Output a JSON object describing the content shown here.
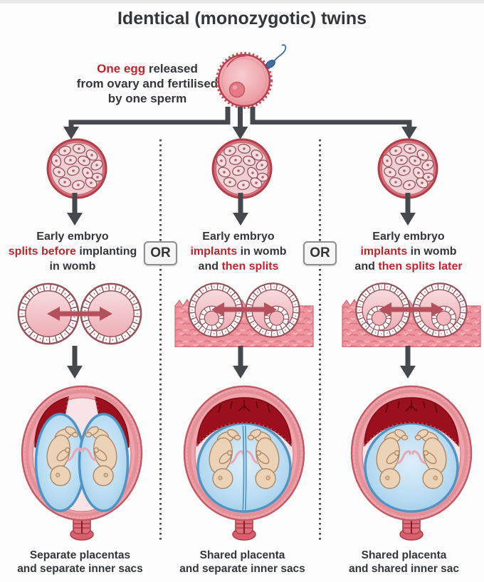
{
  "title": "Identical (monozygotic) twins",
  "fertilization": {
    "caption_highlight": "One egg",
    "caption_line1_rest": " released",
    "caption_line2": "from ovary and fertilised",
    "caption_line3": "by one sperm"
  },
  "or_label": "OR",
  "columns": [
    {
      "description": {
        "line1": "Early embryo",
        "line2_red": "splits before",
        "line2_rest": " implanting",
        "line3_pre": "in womb",
        "line3_red": "",
        "line3_rest": ""
      },
      "result": {
        "line1": "Separate placentas",
        "line2": "and separate inner sacs"
      }
    },
    {
      "description": {
        "line1": "Early embryo",
        "line2_red": "implants",
        "line2_rest": " in womb",
        "line3_pre": "and ",
        "line3_red": "then splits",
        "line3_rest": ""
      },
      "result": {
        "line1": "Shared placenta",
        "line2": "and separate inner sacs"
      }
    },
    {
      "description": {
        "line1": "Early embryo",
        "line2_red": "implants",
        "line2_rest": " in womb",
        "line3_pre": "and ",
        "line3_red": "then splits later",
        "line3_rest": ""
      },
      "result": {
        "line1": "Shared placenta",
        "line2": "and shared inner sac"
      }
    }
  ],
  "icons": {
    "fertilized-egg-icon": "pink ovum with sperm entering at top right",
    "morula-icon": "ball of cells (early embryo)",
    "down-arrow-icon": "dark gray downward arrow",
    "branch-arrows-icon": "three-way branching arrows",
    "split-arrow-icon": "dark red double-headed arrow",
    "womb-illustration": "uterus cross-section with twin fetuses"
  },
  "colors": {
    "accent_red": "#c2242d",
    "text_dark": "#343739",
    "arrow_gray": "#45484c",
    "placenta_red": "#9b101c",
    "sac_blue": "#b9dcf2",
    "tissue_pink": "#ef949c",
    "or_badge_bg": "#f5f5f5",
    "background": "#fdfdfd"
  }
}
